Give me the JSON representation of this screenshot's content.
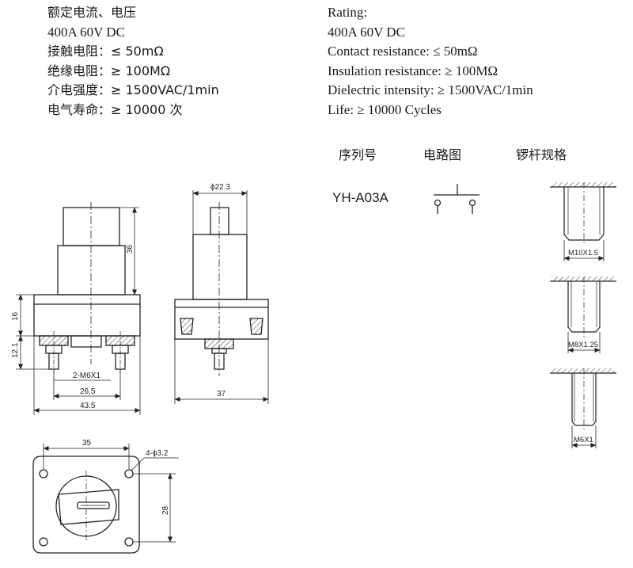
{
  "spec_cn": {
    "rating": "额定电流、电压",
    "rating_value": "400A 60V DC",
    "contact": "接触电阻：≤ 50mΩ",
    "insulation": "绝缘电阻：≥ 100MΩ",
    "dielectric": "介电强度：≥ 1500VAC/1min",
    "life": "电气寿命：≥ 10000 次"
  },
  "spec_en": {
    "rating": "Rating:",
    "rating_value": "400A 60V DC",
    "contact": "Contact resistance: ≤ 50mΩ",
    "insulation": "Insulation resistance: ≥ 100MΩ",
    "dielectric": "Dielectric intensity: ≥ 1500VAC/1min",
    "life": "Life: ≥ 10000 Cycles"
  },
  "table": {
    "col_serial": "序列号",
    "col_circuit": "电路图",
    "col_thread": "锣杆规格",
    "model": "YH-A03A"
  },
  "dims": {
    "front_height": "36",
    "base_height": "16",
    "terminal_height": "12.1",
    "thread_label": "2-M6X1",
    "pitch": "26.5",
    "width": "43.5",
    "diameter": "ϕ22.3",
    "depth": "37",
    "flange_width": "35",
    "holes": "4-ϕ3.2",
    "flange_height": "28"
  },
  "threads": [
    "M10X1.5",
    "M8X1.25",
    "M6X1"
  ]
}
